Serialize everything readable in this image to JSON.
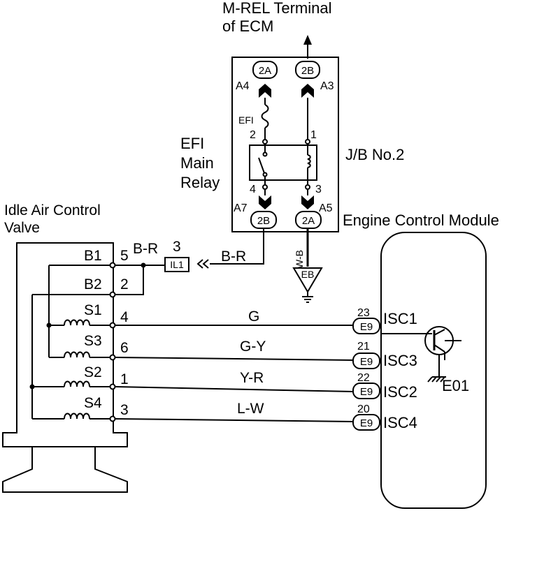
{
  "labels": {
    "mrel_line1": "M-REL Terminal",
    "mrel_line2": "of ECM",
    "relay_line1": "EFI",
    "relay_line2": "Main",
    "relay_line3": "Relay",
    "jb": "J/B No.2",
    "iac_line1": "Idle Air Control",
    "iac_line2": "Valve",
    "ecm": "Engine Control Module",
    "fuse": "EFI",
    "ground": "E01"
  },
  "connectors": {
    "a4": {
      "id": "2A",
      "pin": "A4"
    },
    "a3": {
      "id": "2B",
      "pin": "A3"
    },
    "a7": {
      "id": "2B",
      "pin": "A7"
    },
    "a5": {
      "id": "2A",
      "pin": "A5"
    },
    "il1": "IL1",
    "eb": "EB"
  },
  "relay_pins": {
    "p2": "2",
    "p1": "1",
    "p4": "4",
    "p3": "3"
  },
  "junction": {
    "wire": "B-R",
    "pin": "3"
  },
  "wires": {
    "br_to_jb": "B-R",
    "wb": "W-B"
  },
  "valve_terminals": [
    {
      "name": "B1",
      "pin": "5"
    },
    {
      "name": "B2",
      "pin": "2"
    },
    {
      "name": "S1",
      "pin": "4"
    },
    {
      "name": "S3",
      "pin": "6"
    },
    {
      "name": "S2",
      "pin": "1"
    },
    {
      "name": "S4",
      "pin": "3"
    }
  ],
  "signal_lines": [
    {
      "color": "G",
      "pin": "23",
      "connector": "E9",
      "signal": "ISC1"
    },
    {
      "color": "G-Y",
      "pin": "21",
      "connector": "E9",
      "signal": "ISC3"
    },
    {
      "color": "Y-R",
      "pin": "22",
      "connector": "E9",
      "signal": "ISC2"
    },
    {
      "color": "L-W",
      "pin": "20",
      "connector": "E9",
      "signal": "ISC4"
    }
  ]
}
